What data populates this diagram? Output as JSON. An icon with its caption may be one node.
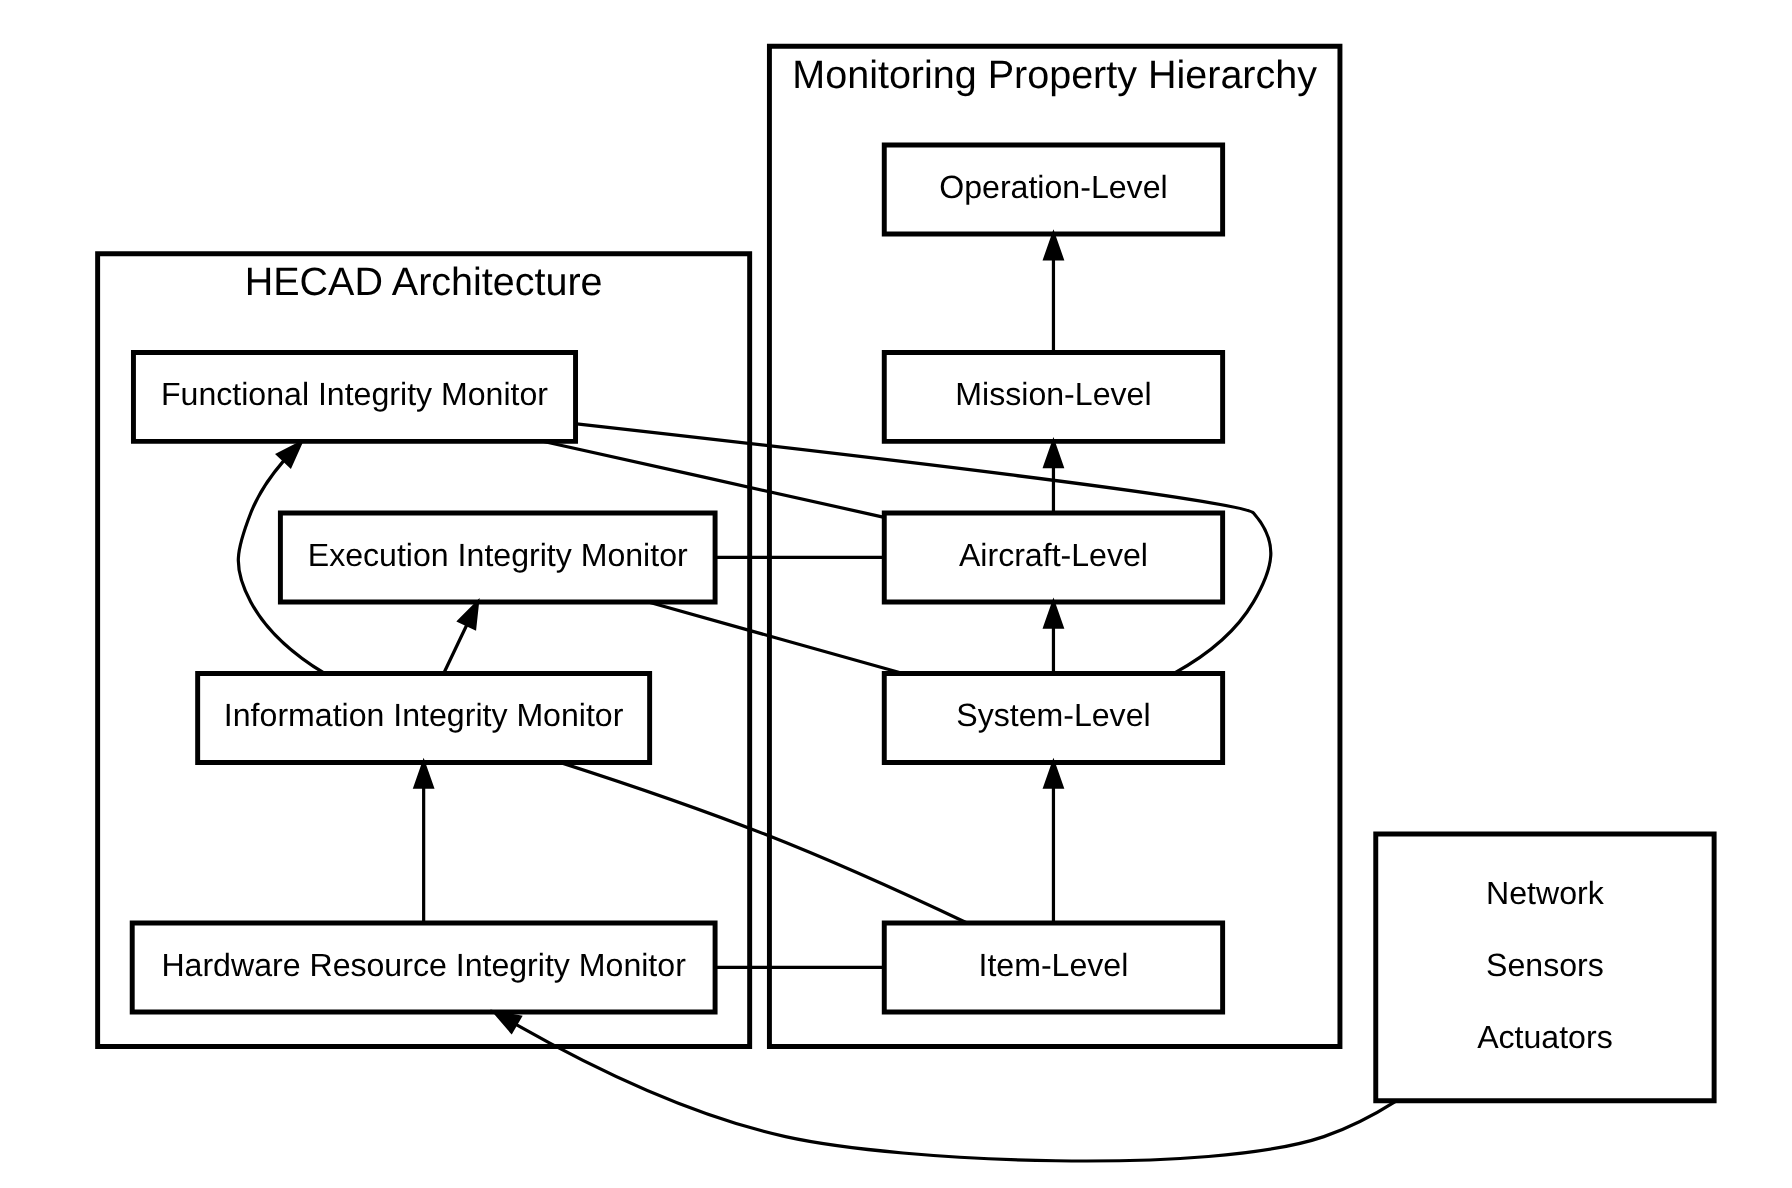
{
  "diagram": {
    "nodes": [
      {
        "text": [
          "Monitoring Property Hierarchy"
        ]
      },
      {
        "text": [
          "Operation-Level"
        ],
        "in": 0
      },
      {
        "text": [
          "Mission-Level"
        ],
        "in": 0
      },
      {
        "text": [
          "Aircraft-Level"
        ],
        "in": 0
      },
      {
        "text": [
          "System-Level"
        ],
        "in": 0
      },
      {
        "text": [
          "Item-Level"
        ],
        "in": 0
      },
      {
        "text": [
          "HECAD Architecture"
        ]
      },
      {
        "text": [
          "Functional Integrity Monitor"
        ],
        "in": 6
      },
      {
        "text": [
          "Execution Integrity Monitor"
        ],
        "in": 6
      },
      {
        "text": [
          "Information Integrity Monitor"
        ],
        "in": 6
      },
      {
        "text": [
          "Hardware Resource Integrity Monitor"
        ],
        "in": 6
      },
      {
        "text": [
          "Network",
          "Sensors",
          "Actuators"
        ]
      }
    ],
    "edges": [
      {
        "from": 2,
        "to": 1,
        "arrow": "to"
      },
      {
        "from": 3,
        "to": 2,
        "arrow": "to"
      },
      {
        "from": 4,
        "to": 3,
        "arrow": "to"
      },
      {
        "from": 5,
        "to": 4,
        "arrow": "to"
      },
      {
        "from": 10,
        "to": 9,
        "arrow": "to"
      },
      {
        "from": 9,
        "to": 7,
        "arrow": "to"
      },
      {
        "from": 9,
        "to": 8,
        "arrow": "to"
      },
      {
        "from": 11,
        "to": 10,
        "arrow": "to"
      },
      {
        "from": 3,
        "to": 7,
        "arrow": "none"
      },
      {
        "from": 3,
        "to": 8,
        "arrow": "none"
      },
      {
        "from": 4,
        "to": 7,
        "arrow": "none"
      },
      {
        "from": 4,
        "to": 8,
        "arrow": "none"
      },
      {
        "from": 5,
        "to": 9,
        "arrow": "none"
      },
      {
        "from": 5,
        "to": 10,
        "arrow": "none"
      }
    ]
  }
}
